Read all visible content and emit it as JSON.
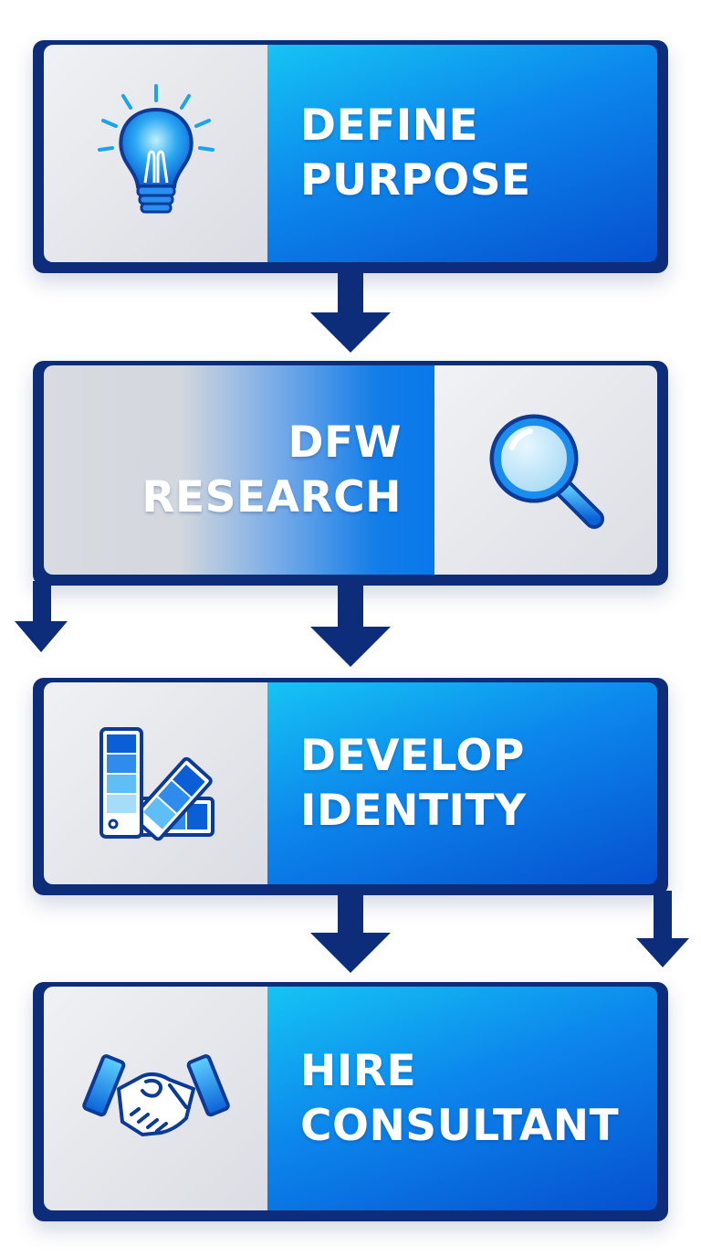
{
  "colors": {
    "frame": "#0d2d7a",
    "arrow": "#0d2d7a",
    "text_panel_start": "#15c4f4",
    "text_panel_end": "#0650cf",
    "icon_panel": "#e4e6ea"
  },
  "steps": [
    {
      "icon": "lightbulb-icon",
      "lines": [
        "DEFINE",
        "PURPOSE"
      ]
    },
    {
      "icon": "magnifying-glass-icon",
      "lines": [
        "DFW",
        "RESEARCH"
      ]
    },
    {
      "icon": "color-swatch-icon",
      "lines": [
        "DEVELOP",
        "IDENTITY"
      ]
    },
    {
      "icon": "handshake-icon",
      "lines": [
        "HIRE",
        "CONSULTANT"
      ]
    }
  ]
}
